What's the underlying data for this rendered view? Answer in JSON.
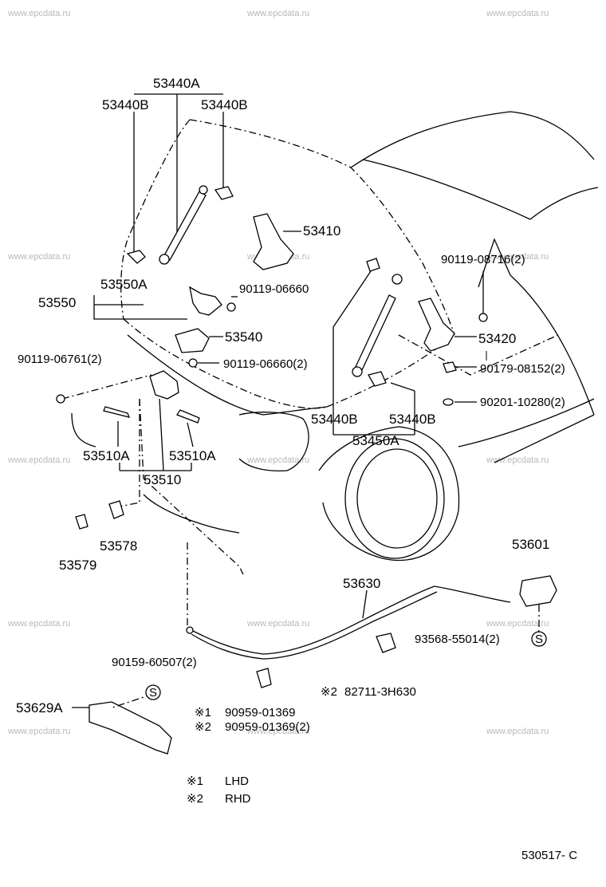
{
  "watermark": "www.epcdata.ru",
  "labels": {
    "p53440A_top": "53440A",
    "p53440B_left": "53440B",
    "p53440B_right": "53440B",
    "p53410": "53410",
    "p53550A": "53550A",
    "p53550": "53550",
    "p90119_06660": "90119-06660",
    "p53540": "53540",
    "p90119_06761": "90119-06761(2)",
    "p90119_06660_2": "90119-06660(2)",
    "p53510A_left": "53510A",
    "p53510A_right": "53510A",
    "p53510": "53510",
    "p53578": "53578",
    "p53579": "53579",
    "p90119_08716": "90119-08716(2)",
    "p53420": "53420",
    "p90179_08152": "90179-08152(2)",
    "p90201_10280": "90201-10280(2)",
    "p53440B_c1": "53440B",
    "p53440B_c2": "53440B",
    "p53450A": "53450A",
    "p53601": "53601",
    "p53630": "53630",
    "p93568_55014": "93568-55014(2)",
    "p90159_60507": "90159-60507(2)",
    "p82711": "82711-3H630",
    "p53629A": "53629A",
    "p90959_01369": "90959-01369",
    "p90959_01369_2": "90959-01369(2)",
    "s_symbol": "S",
    "mark1": "※1",
    "mark2": "※2"
  },
  "legend": [
    {
      "mark": "※1",
      "text": "LHD"
    },
    {
      "mark": "※2",
      "text": "RHD"
    }
  ],
  "code": "530517- C"
}
